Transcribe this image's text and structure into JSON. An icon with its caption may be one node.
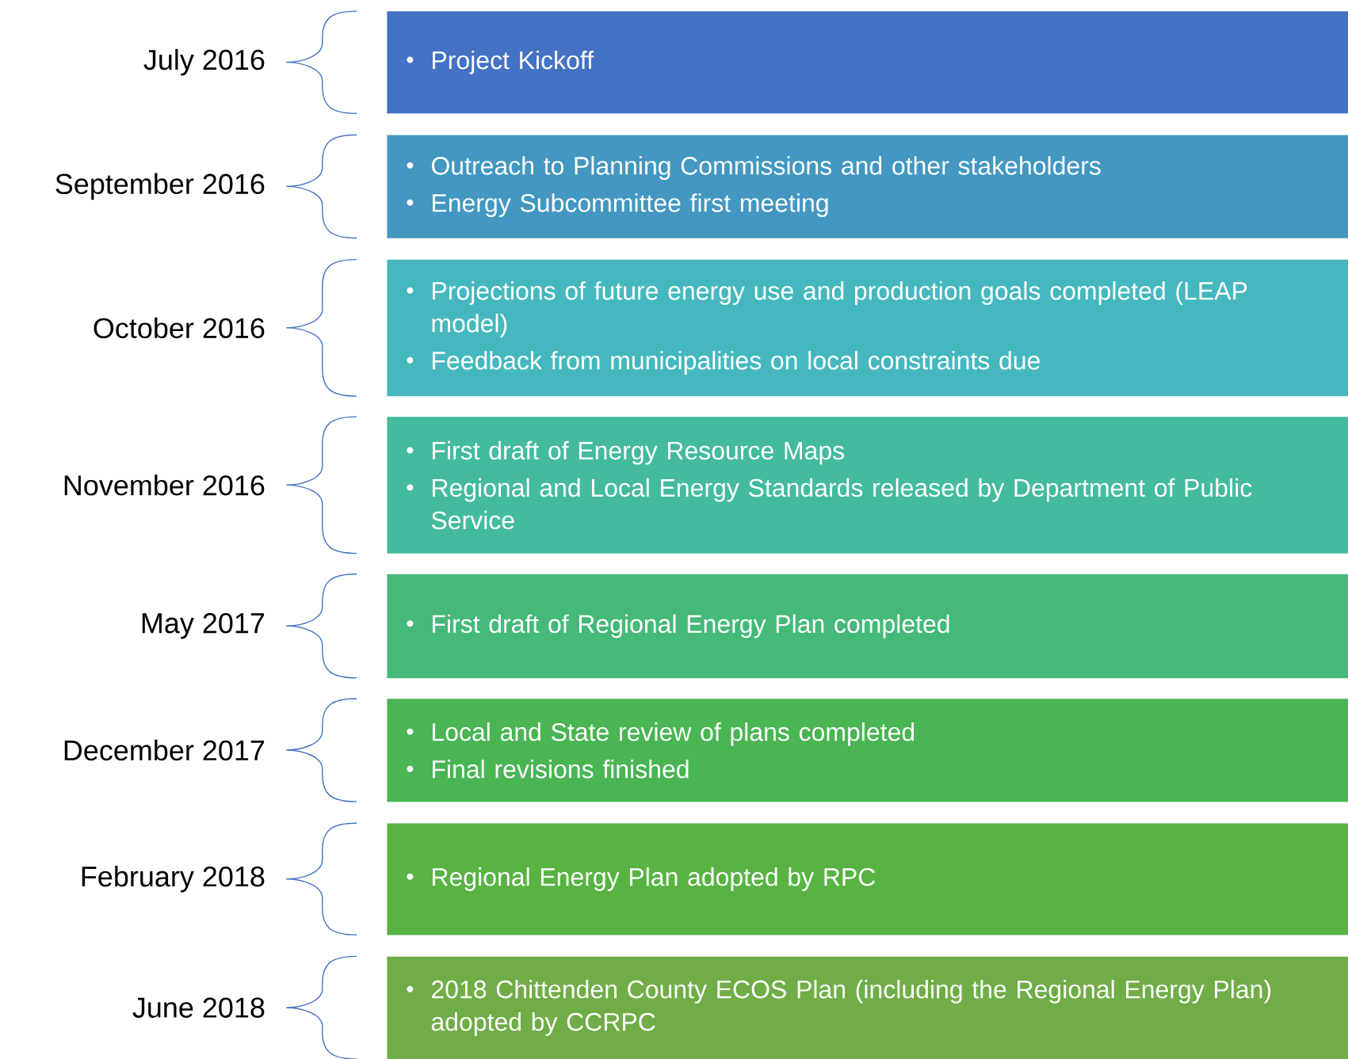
{
  "diagram": {
    "nodes": [
      {
        "text": [
          "Project Kickoff"
        ]
      },
      {
        "text": [
          "Outreach to Planning Commissions and other stakeholders",
          "Energy Subcommittee first meeting"
        ]
      },
      {
        "text": [
          "Projections of future energy use and production goals completed (LEAP model)",
          "Feedback from municipalities on local constraints due"
        ]
      },
      {
        "text": [
          "First draft of Energy Resource Maps",
          "Regional and Local Energy Standards released by Department of Public Service"
        ]
      },
      {
        "text": [
          "First draft of Regional Energy Plan completed"
        ]
      },
      {
        "text": [
          "Local and State review of plans completed",
          "Final revisions finished"
        ]
      },
      {
        "text": [
          "Regional Energy Plan adopted by RPC"
        ]
      },
      {
        "text": [
          "2018 Chittenden County ECOS Plan (including the Regional Energy Plan) adopted by CCRPC"
        ]
      }
    ],
    "labels": [
      "July 2016",
      "September 2016",
      "October 2016",
      "November 2016",
      "May 2017",
      "December 2017",
      "February 2018",
      "June 2018"
    ]
  }
}
